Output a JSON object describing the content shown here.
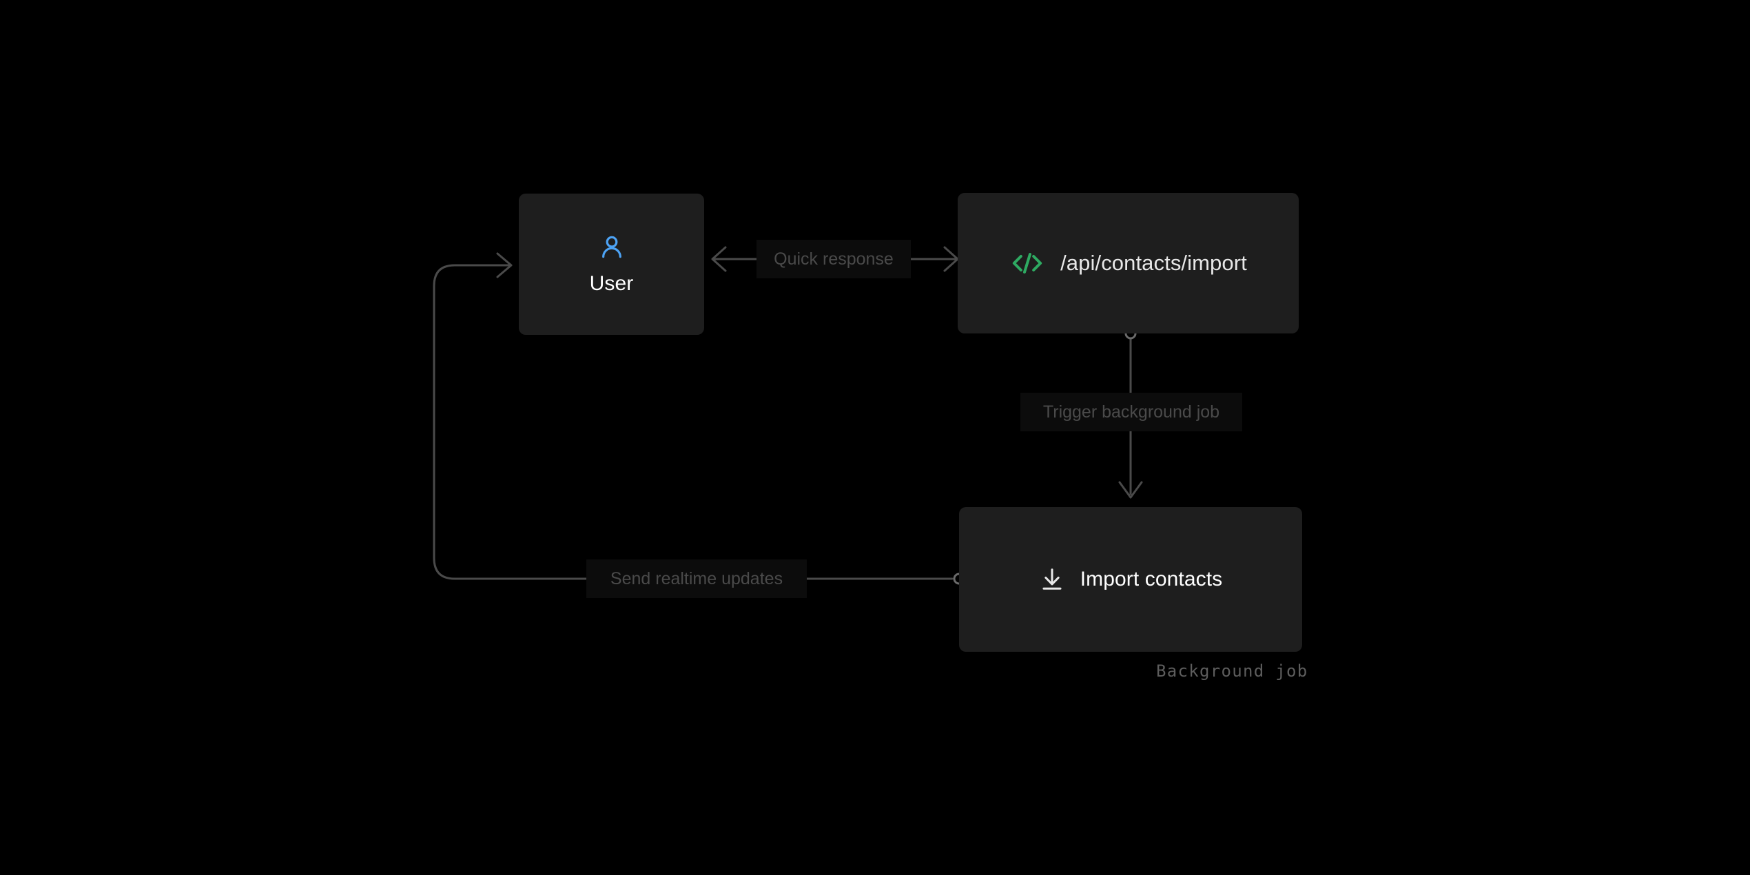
{
  "diagram": {
    "background_color": "#000000",
    "node_fill": "#1e1e1e",
    "edge_color": "#4a4a4a",
    "label_bg": "#0c0c0c",
    "label_text_color": "#4a4a4a",
    "nodes": [
      {
        "id": "user",
        "label": "User",
        "icon": "user-icon",
        "icon_color": "#4da3f5",
        "layout": "stacked"
      },
      {
        "id": "api",
        "label": "/api/contacts/import",
        "icon": "code-icon",
        "icon_color": "#2eaa62",
        "layout": "inline"
      },
      {
        "id": "import",
        "label": "Import contacts",
        "icon": "download-icon",
        "icon_color": "#e8e8e8",
        "layout": "inline",
        "annotation": "Background job"
      }
    ],
    "edges": [
      {
        "id": "quick-response",
        "label": "Quick response",
        "from": "api",
        "to": "user",
        "style": "bidirectional-arrow"
      },
      {
        "id": "trigger-background-job",
        "label": "Trigger background job",
        "from": "api",
        "to": "import",
        "style": "circle-to-arrow"
      },
      {
        "id": "send-realtime-updates",
        "label": "Send realtime updates",
        "from": "import",
        "to": "user",
        "style": "circle-to-arrow-routed"
      }
    ]
  }
}
